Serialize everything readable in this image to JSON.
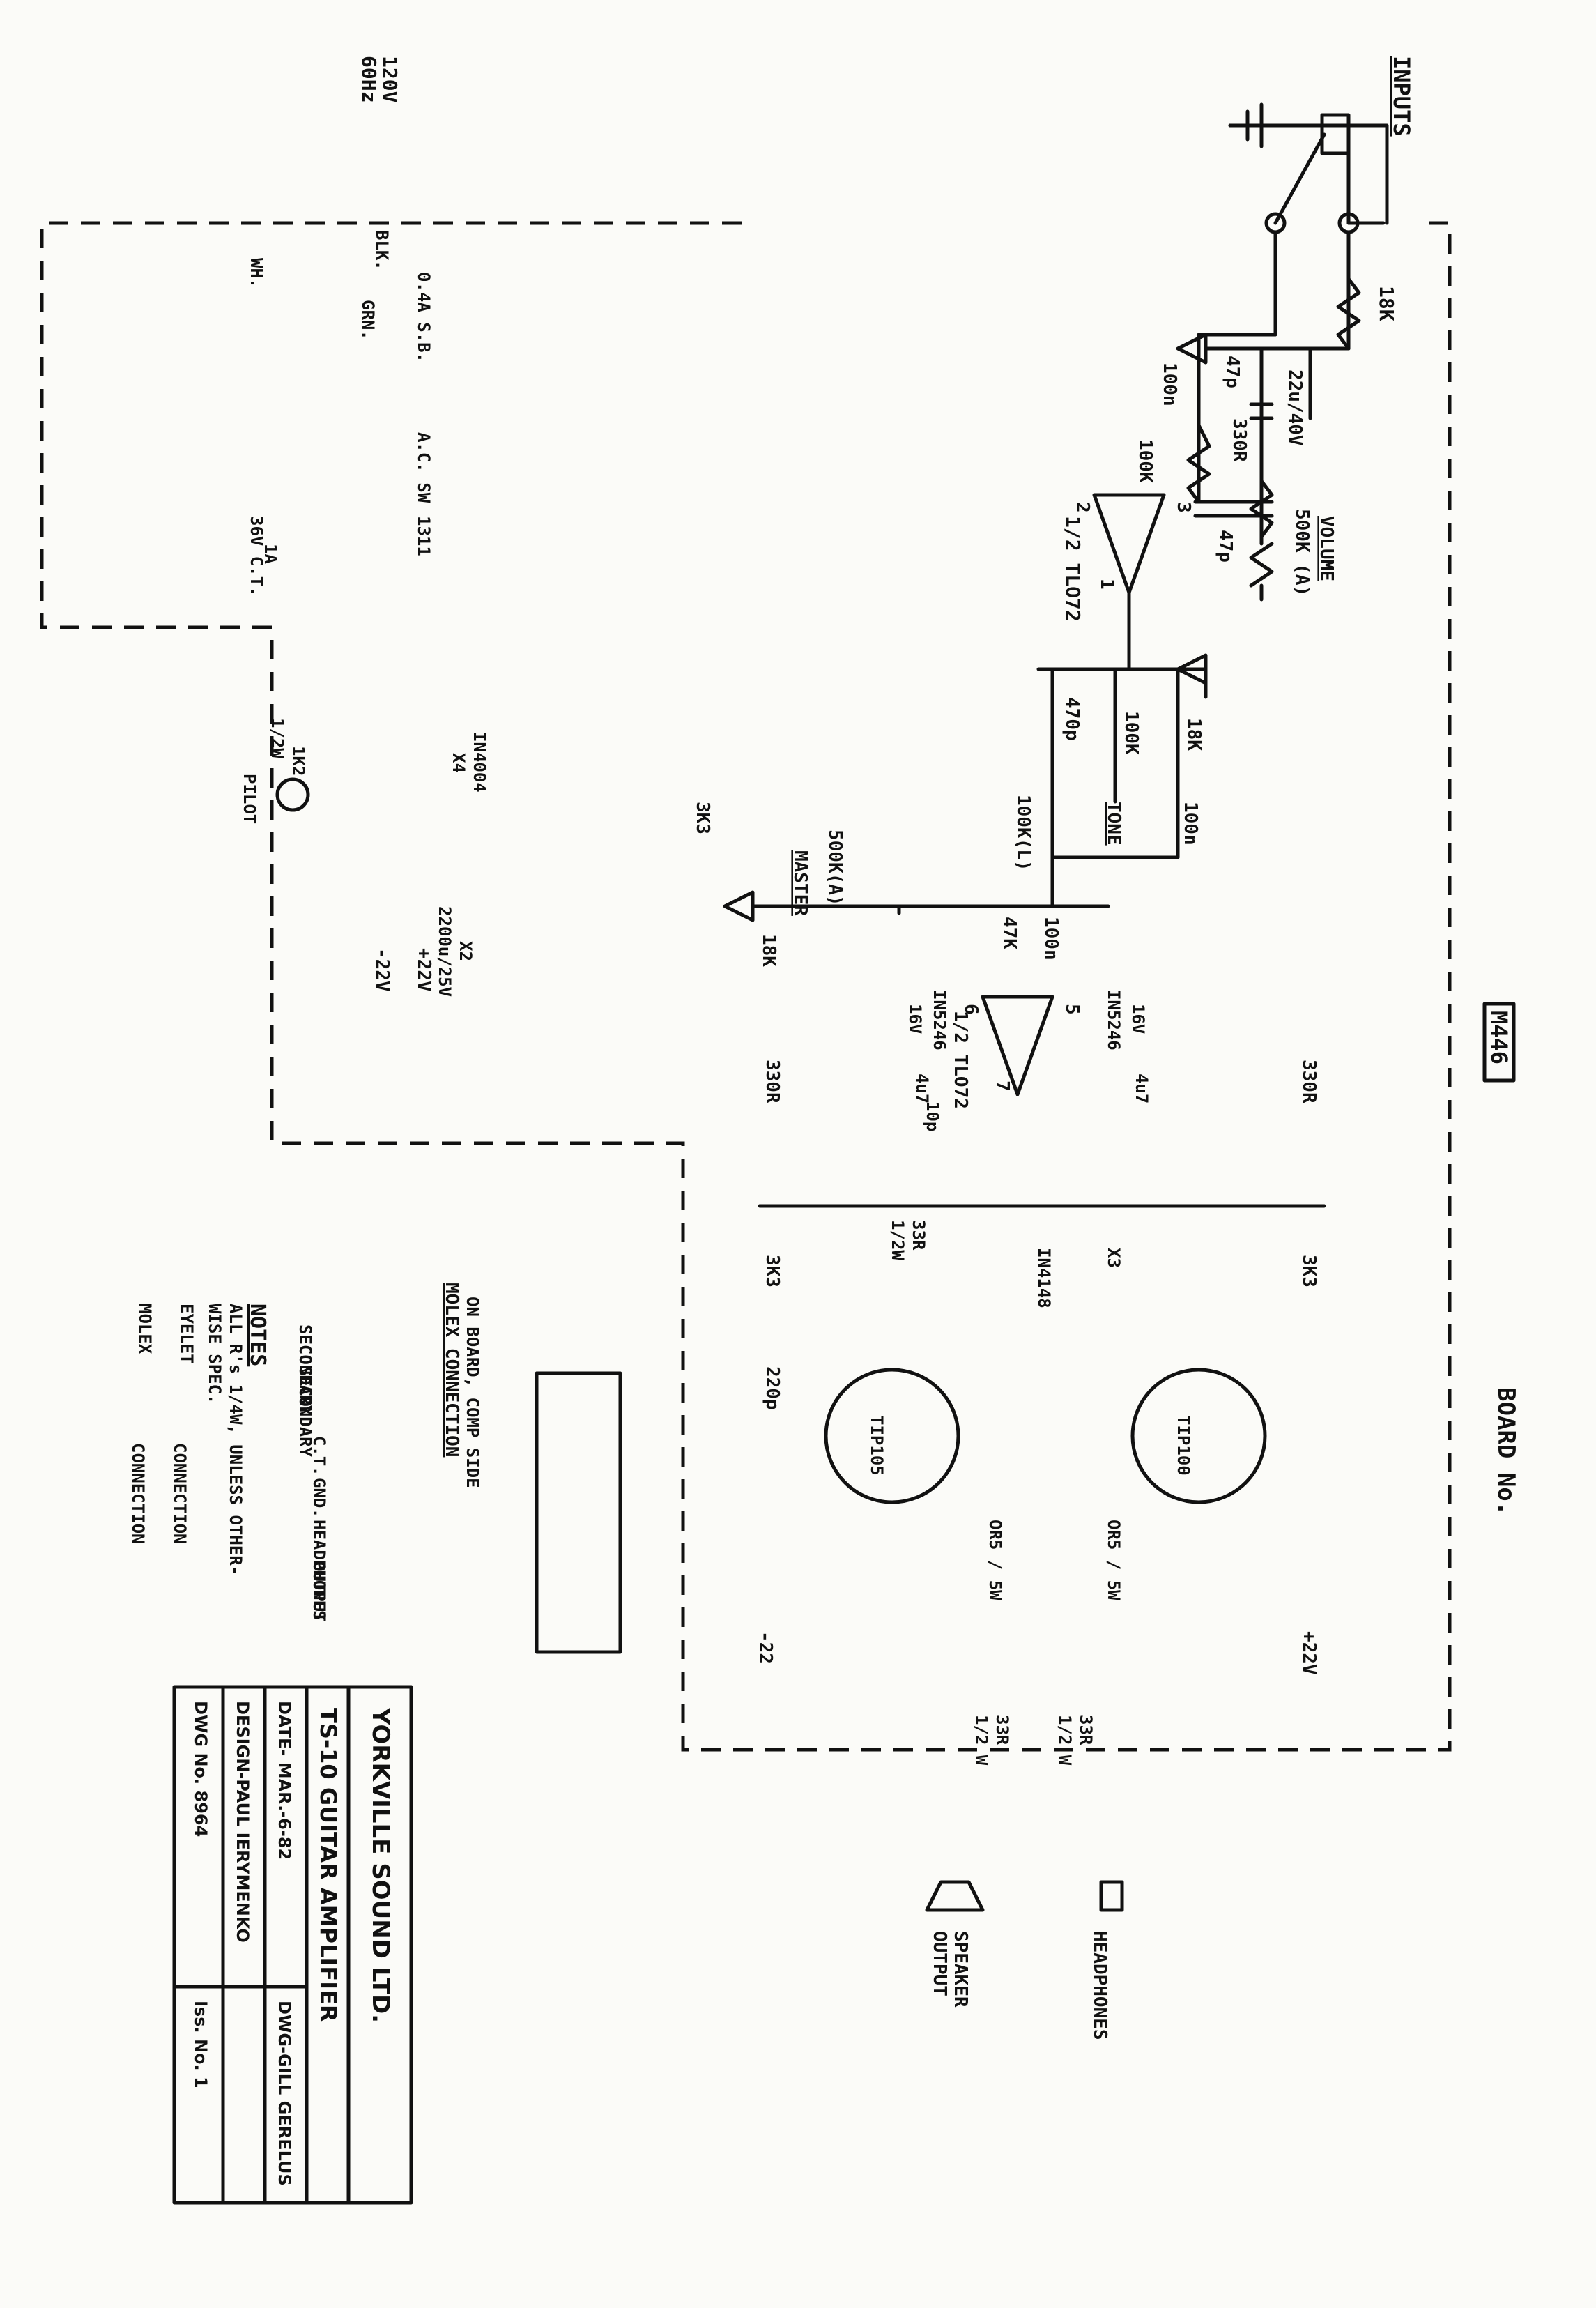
{
  "schematic": {
    "inputs": "INPUTS",
    "board_no": "BOARD No.",
    "board_id": "M446",
    "mains": [
      "120V",
      "60Hz"
    ],
    "mains_wires": {
      "black": "BLK.",
      "green": "GRN.",
      "white": "WH."
    },
    "fuse": "0.4A S.B.",
    "switch": "A.C. SW",
    "transformer_pri": "1311",
    "transformer_sec": [
      "36V C.T.",
      "1A"
    ],
    "diodes": [
      "IN4004",
      "X4"
    ],
    "pilot_res": [
      "1K2",
      "1/2W"
    ],
    "pilot": "PILOT",
    "filter_cap": [
      "2200u/25V",
      "X2"
    ],
    "rail_pos": "+22V",
    "rail_neg": "-22V",
    "input_r": "18K",
    "cap_47p_a": "47p",
    "cap_100n_a": "100n",
    "cap_22u": "22u/40V",
    "res_330r_a": "330R",
    "res_100k_a": "100K",
    "pot_vol": "500K (A)",
    "vol_label": "VOLUME",
    "cap_47p_b": "47p",
    "opamp1": "1/2 TLO72",
    "pin2": "2",
    "pin3": "3",
    "pin1": "1",
    "res_18k_tone": "18K",
    "res_100k_tone": "100K",
    "cap_470p": "470p",
    "cap_100n_tone": "100n",
    "pot_tone": "100K(L)",
    "tone_label": "TONE",
    "cap_100n_c": "100n",
    "res_47k": "47K",
    "pot_master": "500K(A)",
    "master_label": "MASTER",
    "res_18k_m": "18K",
    "res_3k3_m": "3K3",
    "opamp2": "1/2 TLO72",
    "pin5": "5",
    "pin6": "6",
    "pin7": "7",
    "zener_a": "IN5246",
    "zener_a_v": "16V",
    "zener_b": "IN5246",
    "zener_b_v": "16V",
    "cap_4u7_a": "4u7",
    "cap_4u7_b": "4u7",
    "cap_10p": "10p",
    "res_330r_b": "330R",
    "res_330r_c": "330R",
    "res_33r": "33R",
    "res_33r_w": "1/2W",
    "diodes_bias": "IN4148",
    "diodes_bias_x": "X3",
    "res_3k3_b": "3K3",
    "res_3k3_c": "3K3",
    "cap_220p": "220p",
    "tr_pnp": "TIP105",
    "tr_npn": "TIP100",
    "res_or5_a": "OR5 / 5W",
    "res_or5_b": "OR5 / 5W",
    "rail_neg_b": "-22",
    "rail_pos_b": "+22V",
    "res_33r_out_a": "33R",
    "res_33r_out_a_w": "1/2 W",
    "res_33r_out_b": "33R",
    "res_33r_out_b_w": "1/2 W",
    "headphones": "HEADPHONES",
    "speaker": [
      "SPEAKER",
      "OUTPUT"
    ],
    "molex_title": "MOLEX CONNECTION",
    "molex_sub": "ON BOARD, COMP SIDE",
    "molex_pins": [
      "SECONDARY",
      "SECONDARY",
      "C.T.",
      "GND.",
      "HEADPHONES",
      "OUTPUT"
    ],
    "notes_title": "NOTES",
    "notes_body": [
      "ALL R's 1/4W, UNLESS OTHER-",
      "WISE SPEC."
    ],
    "legend_eyelet": [
      "EYELET",
      "CONNECTION"
    ],
    "legend_molex": [
      "MOLEX",
      "CONNECTION"
    ]
  },
  "title_block": {
    "company": "YORKVILLE SOUND LTD.",
    "product": "TS-10 GUITAR AMPLIFIER",
    "date": "DATE- MAR.-6-82",
    "drawn": "DWG-GILL GERELUS",
    "design": "DESIGN-PAUL IERYMENKO",
    "dwg_no": "DWG No. 8964",
    "issue": "Iss. No. 1"
  }
}
